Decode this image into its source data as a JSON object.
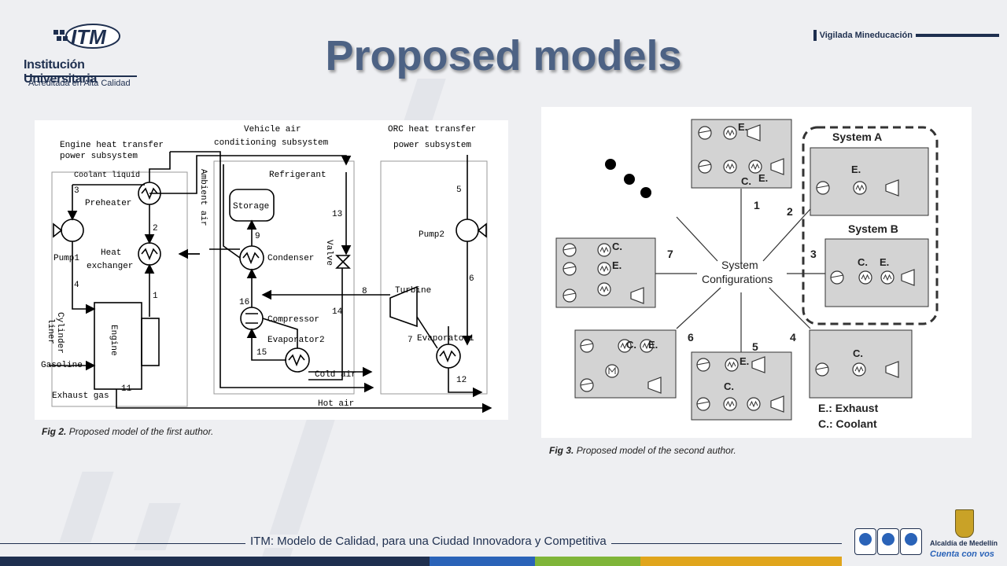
{
  "slide": {
    "title": "Proposed models",
    "logo_name": "Institución Universitaria",
    "logo_subtitle": "Acreditada en Alta Calidad",
    "logo_brand": "ITM",
    "vigilada": "Vigilada Mineducación",
    "footer": "ITM: Modelo de Calidad, para una Ciudad Innovadora y Competitiva",
    "alcaldia_line1": "Alcaldía de Medellín",
    "alcaldia_line2": "Cuenta con vos"
  },
  "fig1": {
    "caption_label": "Fig 2.",
    "caption_text": "Proposed model of the first author.",
    "labels": {
      "engine_subsystem_1": "Engine heat transfer",
      "engine_subsystem_2": "power subsystem",
      "coolant": "Coolant liquid",
      "vehicle_1": "Vehicle air",
      "vehicle_2": "conditioning subsystem",
      "orc_1": "ORC heat transfer",
      "orc_2": "power subsystem",
      "refrigerant": "Refrigerant",
      "preheater": "Preheater",
      "ambient_air": "Ambient air",
      "storage": "Storage",
      "pump1": "Pump1",
      "heat": "Heat",
      "exchanger": "exchanger",
      "condenser": "Condenser",
      "valve": "Valve",
      "pump2": "Pump2",
      "turbine": "Turbine",
      "compressor": "Compressor",
      "evaporator2": "Evaporator2",
      "evaporator1": "Evaporator1",
      "cylinder": "Cylinder",
      "liner": "liner",
      "engine": "Engine",
      "gasoline": "Gasoline",
      "cold_air": "Cold air",
      "exhaust_gas": "Exhaust gas",
      "hot_air": "Hot air",
      "n1": "1",
      "n2": "2",
      "n3": "3",
      "n4": "4",
      "n5": "5",
      "n6": "6",
      "n7": "7",
      "n8": "8",
      "n9": "9",
      "n11": "11",
      "n12": "12",
      "n13": "13",
      "n14": "14",
      "n15": "15",
      "n16": "16"
    }
  },
  "fig2": {
    "caption_label": "Fig 3.",
    "caption_text": "Proposed model of the second author.",
    "center_1": "System",
    "center_2": "Configurations",
    "system_a": "System A",
    "system_b": "System B",
    "legend_e": "E.: Exhaust",
    "legend_c": "C.: Coolant",
    "e": "E.",
    "c": "C.",
    "n1": "1",
    "n2": "2",
    "n3": "3",
    "n4": "4",
    "n5": "5",
    "n6": "6",
    "n7": "7"
  },
  "colors": {
    "title": "#4d6284",
    "navy": "#1e2f4f",
    "box_gray": "#d3d3d3",
    "footer_bar": [
      "#1e2f4f",
      "#2a63b8",
      "#7fb539",
      "#e0a51c"
    ]
  }
}
